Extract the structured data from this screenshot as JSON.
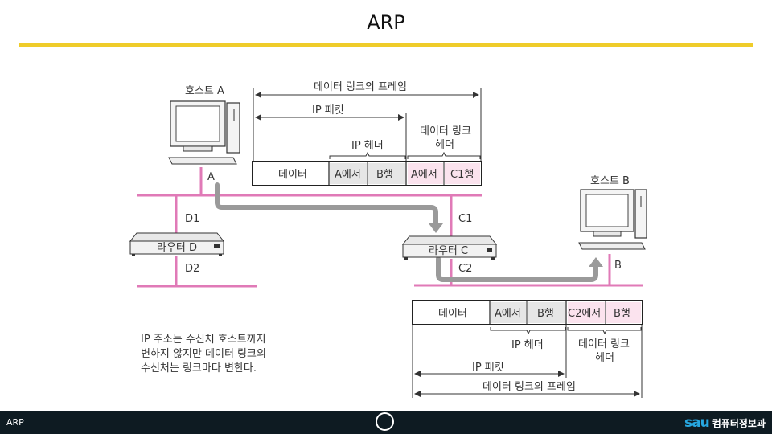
{
  "title": "ARP",
  "footer": {
    "left_label": "ARP",
    "logo_mark": "sau",
    "logo_text": "컴퓨터정보과"
  },
  "colors": {
    "accent": "#efcc2a",
    "network_line": "#e07ab7",
    "path": "#9a9a9a",
    "link_header_fill": "#fbe3ee",
    "ip_header_fill": "#e6e6e6"
  },
  "labels": {
    "host_a": "호스트 A",
    "host_b": "호스트 B",
    "router_d": "라우터 D",
    "router_c": "라우터 C",
    "a": "A",
    "b": "B",
    "d1": "D1",
    "d2": "D2",
    "c1": "C1",
    "c2": "C2"
  },
  "frame_top": {
    "frame_label": "데이터 링크의 프레임",
    "packet_label": "IP 패킷",
    "ip_header_label": "IP 헤더",
    "link_header_label_1": "데이터 링크",
    "link_header_label_2": "헤더",
    "cells": [
      "데이터",
      "A에서",
      "B행",
      "A에서",
      "C1행"
    ]
  },
  "frame_bottom": {
    "frame_label": "데이터 링크의 프레임",
    "packet_label": "IP 패킷",
    "ip_header_label": "IP 헤더",
    "link_header_label_1": "데이터 링크",
    "link_header_label_2": "헤더",
    "cells": [
      "데이터",
      "A에서",
      "B행",
      "C2에서",
      "B행"
    ]
  },
  "note": "IP 주소는 수신처 호스트까지\n변하지 않지만 데이터 링크의\n수신처는 링크마다 변한다."
}
